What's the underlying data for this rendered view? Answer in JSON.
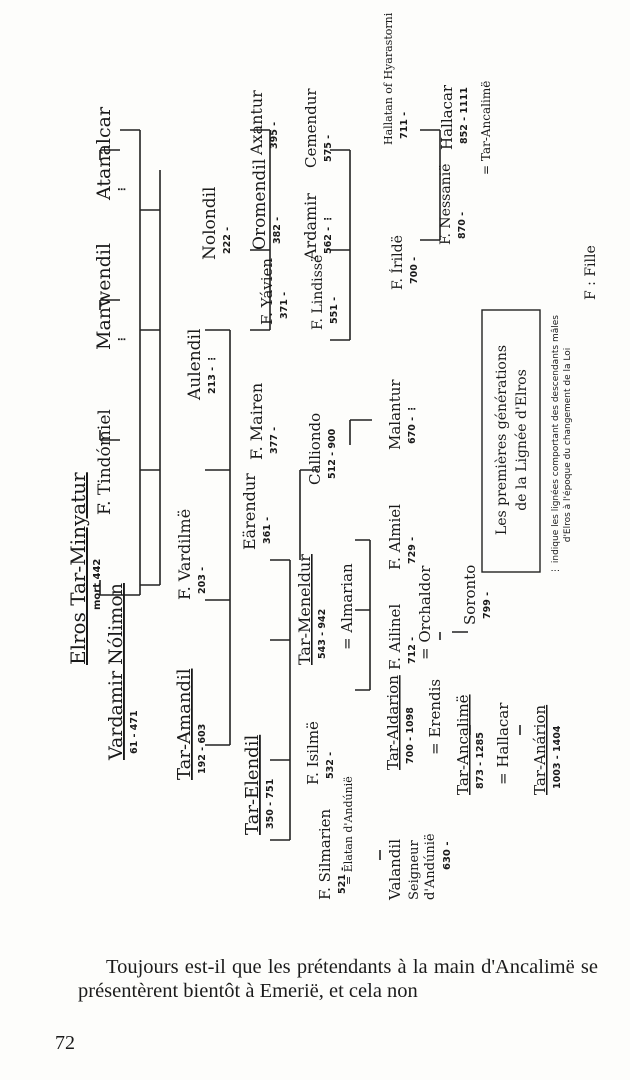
{
  "tree": {
    "root": {
      "name": "Elros Tar-Minyatur",
      "dates": "mort 442"
    },
    "nodes": {
      "vardamir": {
        "name": "Vardamir Nólimon",
        "dates": "61 - 471"
      },
      "tindomiel": {
        "name": "F. Tindómiel",
        "dates": ""
      },
      "manwendil": {
        "name": "Manwendil",
        "dates": "⋮"
      },
      "atanalcar": {
        "name": "Atanalcar",
        "dates": "⋮"
      },
      "amandil": {
        "name": "Tar-Amandil",
        "dates": "192 - 603"
      },
      "vardilme": {
        "name": "F. Vardilmë",
        "dates": "203 -"
      },
      "aulendil": {
        "name": "Aulendil",
        "dates": "213 - ⋮"
      },
      "nolondil": {
        "name": "Nolondil",
        "dates": "222 -"
      },
      "elendil": {
        "name": "Tar-Elendil",
        "dates": "350 - 751"
      },
      "earendur": {
        "name": "Eärendur",
        "dates": "361 -"
      },
      "mairen": {
        "name": "F. Mairen",
        "dates": "377 -"
      },
      "yavien": {
        "name": "F. Yávien",
        "dates": "371 -"
      },
      "oromendil": {
        "name": "Oromendil",
        "dates": "382 -"
      },
      "axantur": {
        "name": "Axantur",
        "dates": "395 -"
      },
      "silmarien": {
        "name": "F. Silmarien",
        "dates": "521 -"
      },
      "silmarien_spouse": {
        "name": "= Elatan d'Andúnië",
        "dates": ""
      },
      "isilme": {
        "name": "F. Isilmë",
        "dates": "532 -"
      },
      "meneldur": {
        "name": "Tar-Meneldur",
        "dates": "543 - 942"
      },
      "meneldur_spouse": {
        "name": "= Almarian",
        "dates": ""
      },
      "calliondo": {
        "name": "Calliondo",
        "dates": "512 - 900"
      },
      "lindisse": {
        "name": "F. Lindissë",
        "dates": "551 -"
      },
      "ardamir": {
        "name": "Ardamir",
        "dates": "562 - ⋮"
      },
      "cemendur": {
        "name": "Cemendur",
        "dates": "575 -"
      },
      "hallatan": {
        "name": "Hallatan of Hyarastorni",
        "dates": "711 -"
      },
      "valandil": {
        "name": "Valandil",
        "title": "Seigneur d'Andúnië",
        "dates": "630 -"
      },
      "aldarion": {
        "name": "Tar-Aldarion",
        "dates": "700 - 1098"
      },
      "aldarion_spouse": {
        "name": "= Erendis",
        "dates": ""
      },
      "ailinel": {
        "name": "F. Ailinel",
        "dates": "712 -"
      },
      "ailinel_spouse": {
        "name": "= Orchaldor",
        "dates": ""
      },
      "almiel": {
        "name": "F. Almiel",
        "dates": "729 -"
      },
      "malantur": {
        "name": "Malantur",
        "dates": "670 - ⋮"
      },
      "irilde": {
        "name": "F. Írildë",
        "dates": "700 -"
      },
      "nessanie": {
        "name": "F. Nessanië",
        "dates": "870 -"
      },
      "hallacar": {
        "name": "Hallacar",
        "dates": "852 - 1111"
      },
      "hallacar_spouse": {
        "name": "= Tar-Ancalimë",
        "dates": ""
      },
      "soronto": {
        "name": "Soronto",
        "dates": "799 -"
      },
      "ancalime": {
        "name": "Tar-Ancalimë",
        "dates": "873 - 1285"
      },
      "ancalime_spouse": {
        "name": "= Hallacar",
        "dates": ""
      },
      "anarion": {
        "name": "Tar-Anárion",
        "dates": "1003 - 1404"
      }
    },
    "legend": {
      "box_line1": "Les premières générations",
      "box_line2": "de la Lignée d'Elros",
      "note_line1": "⋮ indique les lignées comportant des descendants mâles",
      "note_line2": "d'Elros à l'époque du changement de la Loi",
      "fille": "F : Fille"
    }
  },
  "body_text": "Toujours est-il que les prétendants à la main d'Ancalimë se présentèrent bientôt à Emerië, et cela non",
  "page_number": "72"
}
